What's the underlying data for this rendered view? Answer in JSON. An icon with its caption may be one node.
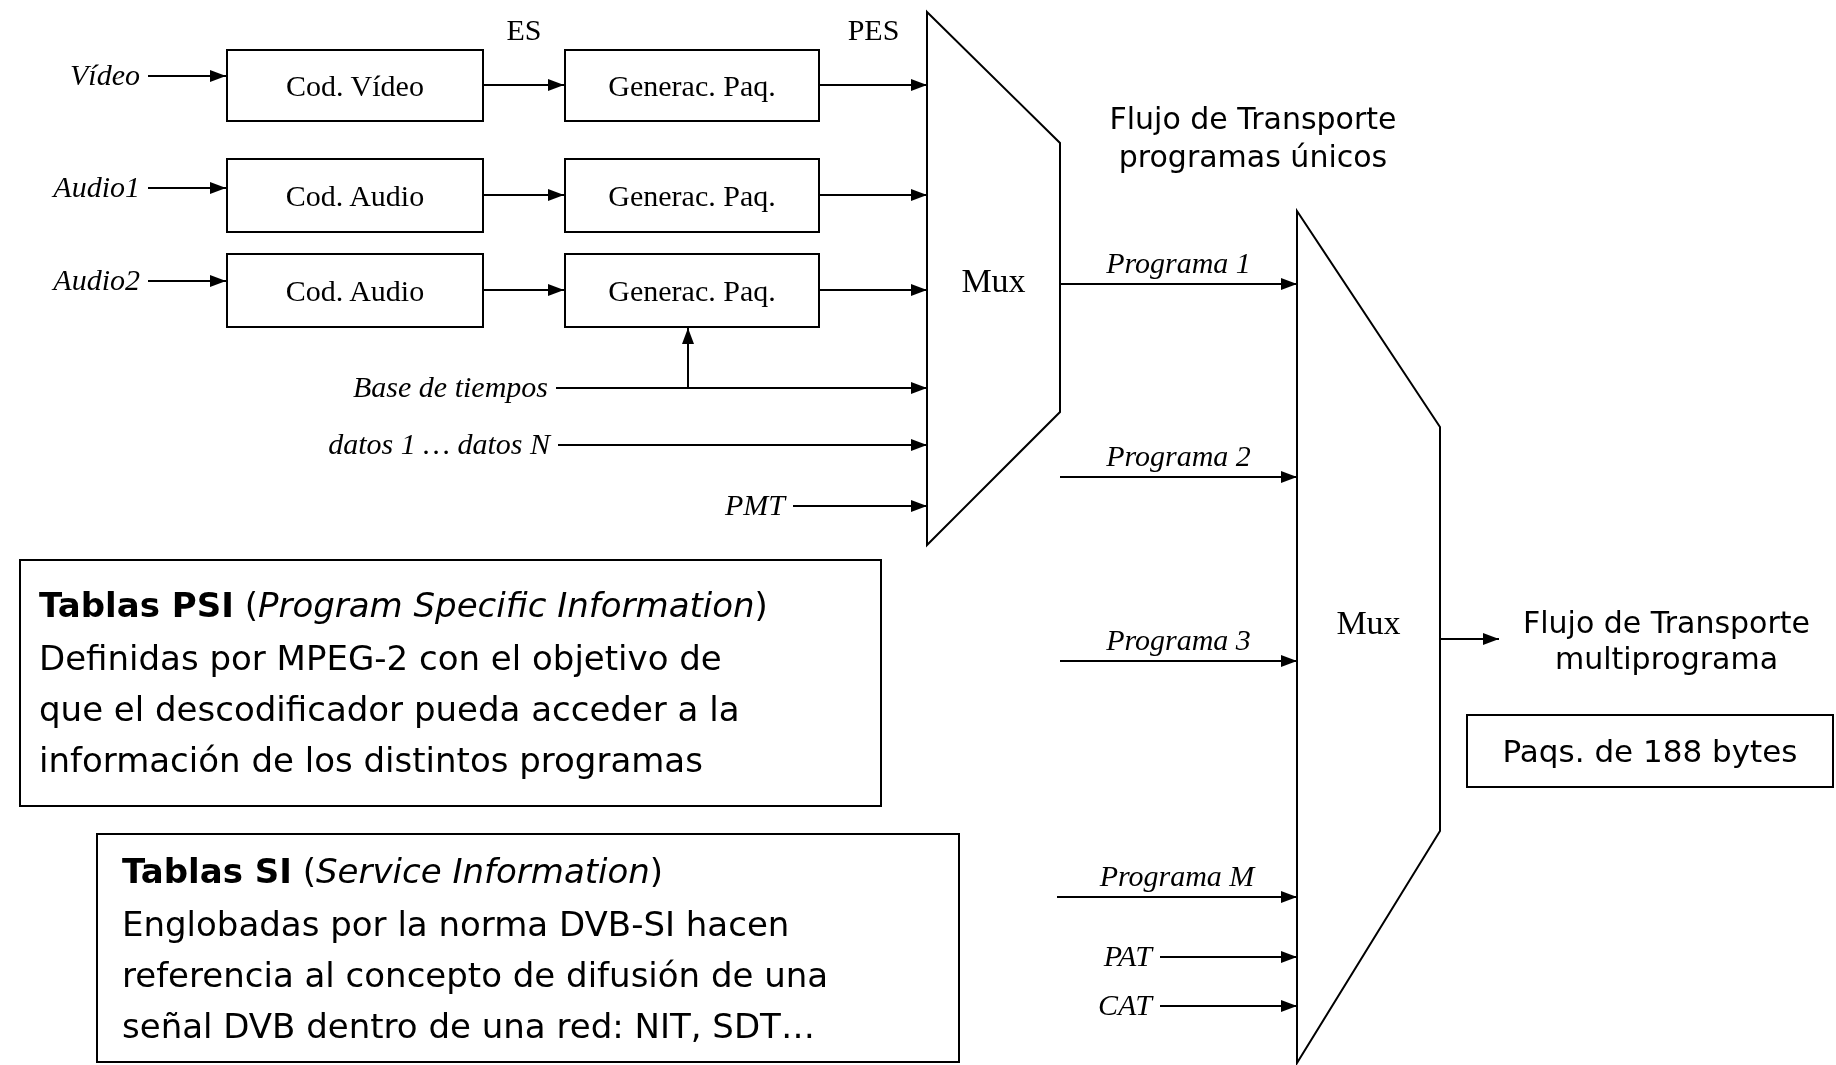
{
  "diagram": {
    "nodes": [
      {
        "text": [
          "Vídeo"
        ]
      },
      {
        "text": [
          "Cod. Vídeo"
        ]
      },
      {
        "text": [
          "Generac. Paq."
        ]
      },
      {
        "text": [
          "Audio1"
        ]
      },
      {
        "text": [
          "Cod. Audio"
        ]
      },
      {
        "text": [
          "Generac. Paq."
        ]
      },
      {
        "text": [
          "Audio2"
        ]
      },
      {
        "text": [
          "Cod. Audio"
        ]
      },
      {
        "text": [
          "Generac. Paq."
        ]
      },
      {
        "text": [
          "Base de tiempos"
        ]
      },
      {
        "text": [
          "datos 1 … datos N"
        ]
      },
      {
        "text": [
          "PMT"
        ]
      },
      {
        "text": [
          "Mux"
        ]
      },
      {
        "text": [
          "Mux"
        ]
      },
      {
        "text": [
          "PAT"
        ]
      },
      {
        "text": [
          "CAT"
        ]
      },
      {
        "text": [
          "Flujo de Transporte multiprograma"
        ]
      },
      {
        "text": [
          "Paqs. de 188 bytes"
        ]
      },
      {
        "text": [
          "**Tablas PSI** (*Program Specific Information*)",
          "Definidas por MPEG-2 con el objetivo de que el descodificador pueda acceder a la información de los distintos programas"
        ]
      },
      {
        "text": [
          "**Tablas SI** (*Service Information*)",
          "Englobadas por la norma DVB-SI hacen referencia al concepto de difusión de una señal DVB dentro de una red: NIT, SDT…"
        ]
      }
    ],
    "edges": [
      {
        "from": 0,
        "to": 1,
        "arrow": "to"
      },
      {
        "from": 1,
        "to": 2,
        "arrow": "to",
        "label": "ES"
      },
      {
        "from": 2,
        "to": 12,
        "arrow": "to",
        "label": "PES"
      },
      {
        "from": 3,
        "to": 4,
        "arrow": "to"
      },
      {
        "from": 4,
        "to": 5,
        "arrow": "to"
      },
      {
        "from": 5,
        "to": 12,
        "arrow": "to"
      },
      {
        "from": 6,
        "to": 7,
        "arrow": "to"
      },
      {
        "from": 7,
        "to": 8,
        "arrow": "to"
      },
      {
        "from": 8,
        "to": 12,
        "arrow": "to"
      },
      {
        "from": 9,
        "to": 12,
        "arrow": "to"
      },
      {
        "from": 9,
        "to": 8,
        "arrow": "to"
      },
      {
        "from": 10,
        "to": 12,
        "arrow": "to"
      },
      {
        "from": 11,
        "to": 12,
        "arrow": "to"
      },
      {
        "from": 12,
        "to": 13,
        "arrow": "to",
        "label": "Programa 1"
      },
      {
        "from": null,
        "to": 13,
        "arrow": "to",
        "label": "Programa 2"
      },
      {
        "from": null,
        "to": 13,
        "arrow": "to",
        "label": "Programa 3"
      },
      {
        "from": null,
        "to": 13,
        "arrow": "to",
        "label": "Programa M"
      },
      {
        "from": 14,
        "to": 13,
        "arrow": "to"
      },
      {
        "from": 15,
        "to": 13,
        "arrow": "to"
      },
      {
        "from": 13,
        "to": 16,
        "arrow": "to"
      }
    ],
    "labels": [
      "Flujo de Transporte programas únicos"
    ]
  }
}
